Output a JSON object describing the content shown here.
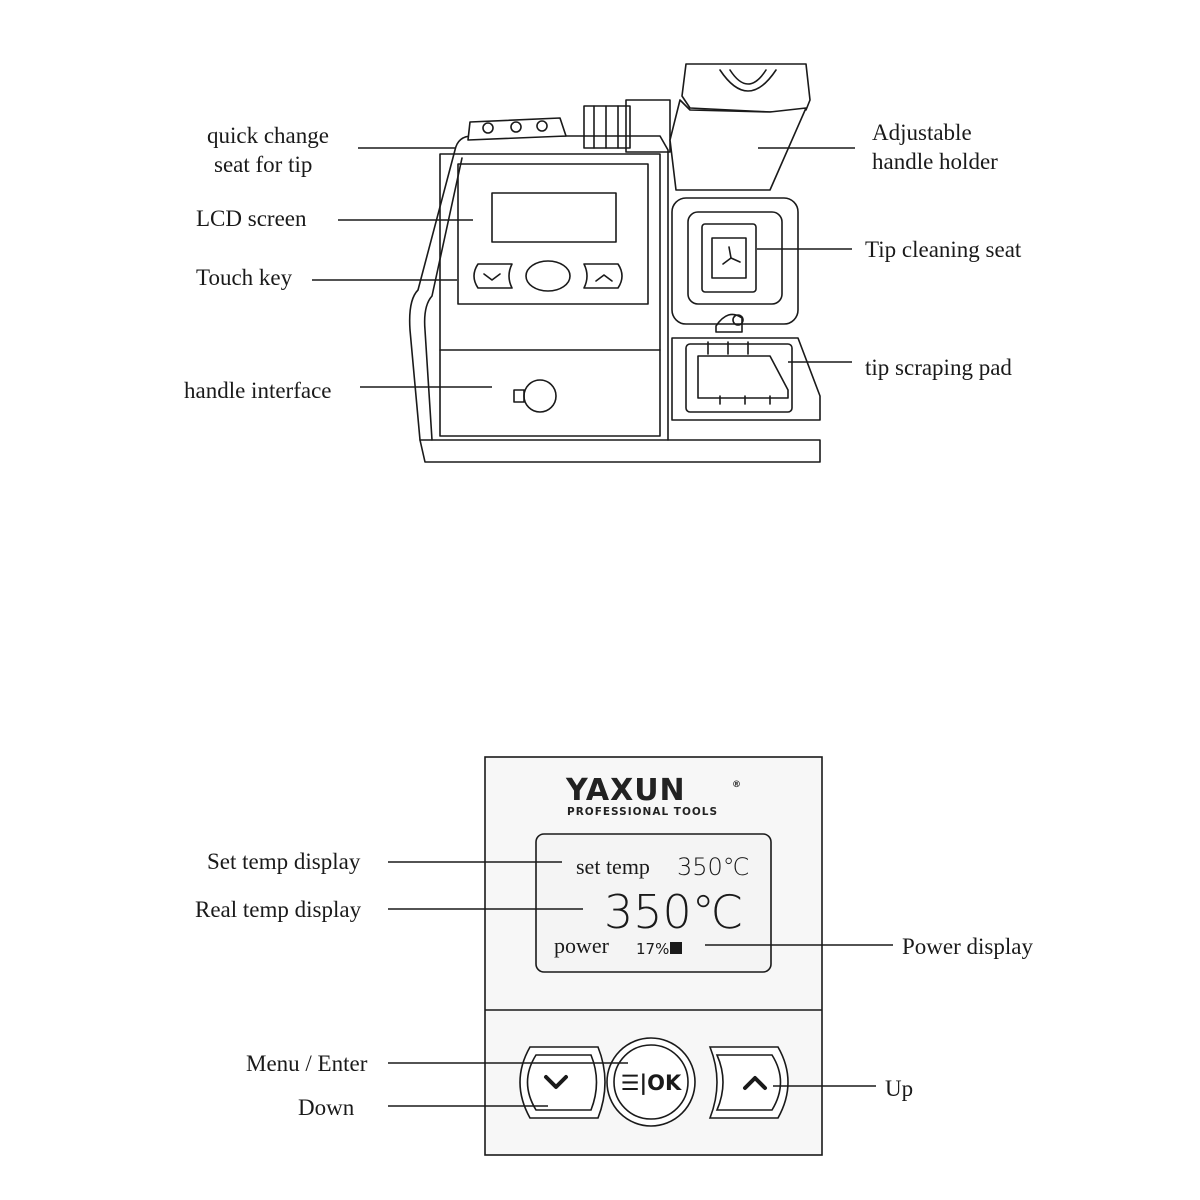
{
  "station_labels": {
    "quick_change_line1": "quick change",
    "quick_change_line2": "seat for tip",
    "lcd_screen": "LCD screen",
    "touch_key": "Touch key",
    "handle_interface": "handle interface",
    "handle_holder_line1": "Adjustable",
    "handle_holder_line2": "handle holder",
    "tip_cleaning_seat": "Tip cleaning seat",
    "tip_scraping_pad": "tip scraping pad"
  },
  "panel": {
    "brand": "YAXUN",
    "brand_mark": "®",
    "subtitle": "PROFESSIONAL TOOLS",
    "lcd": {
      "set_temp_label": "set temp",
      "set_temp_value": "350℃",
      "real_temp_value": "350℃",
      "power_label": "power",
      "power_value": "17%"
    },
    "ok_label": "☰|OK"
  },
  "panel_labels": {
    "set_temp_display": "Set temp display",
    "real_temp_display": "Real temp display",
    "power_display": "Power display",
    "menu_enter": "Menu / Enter",
    "down": "Down",
    "up": "Up"
  }
}
